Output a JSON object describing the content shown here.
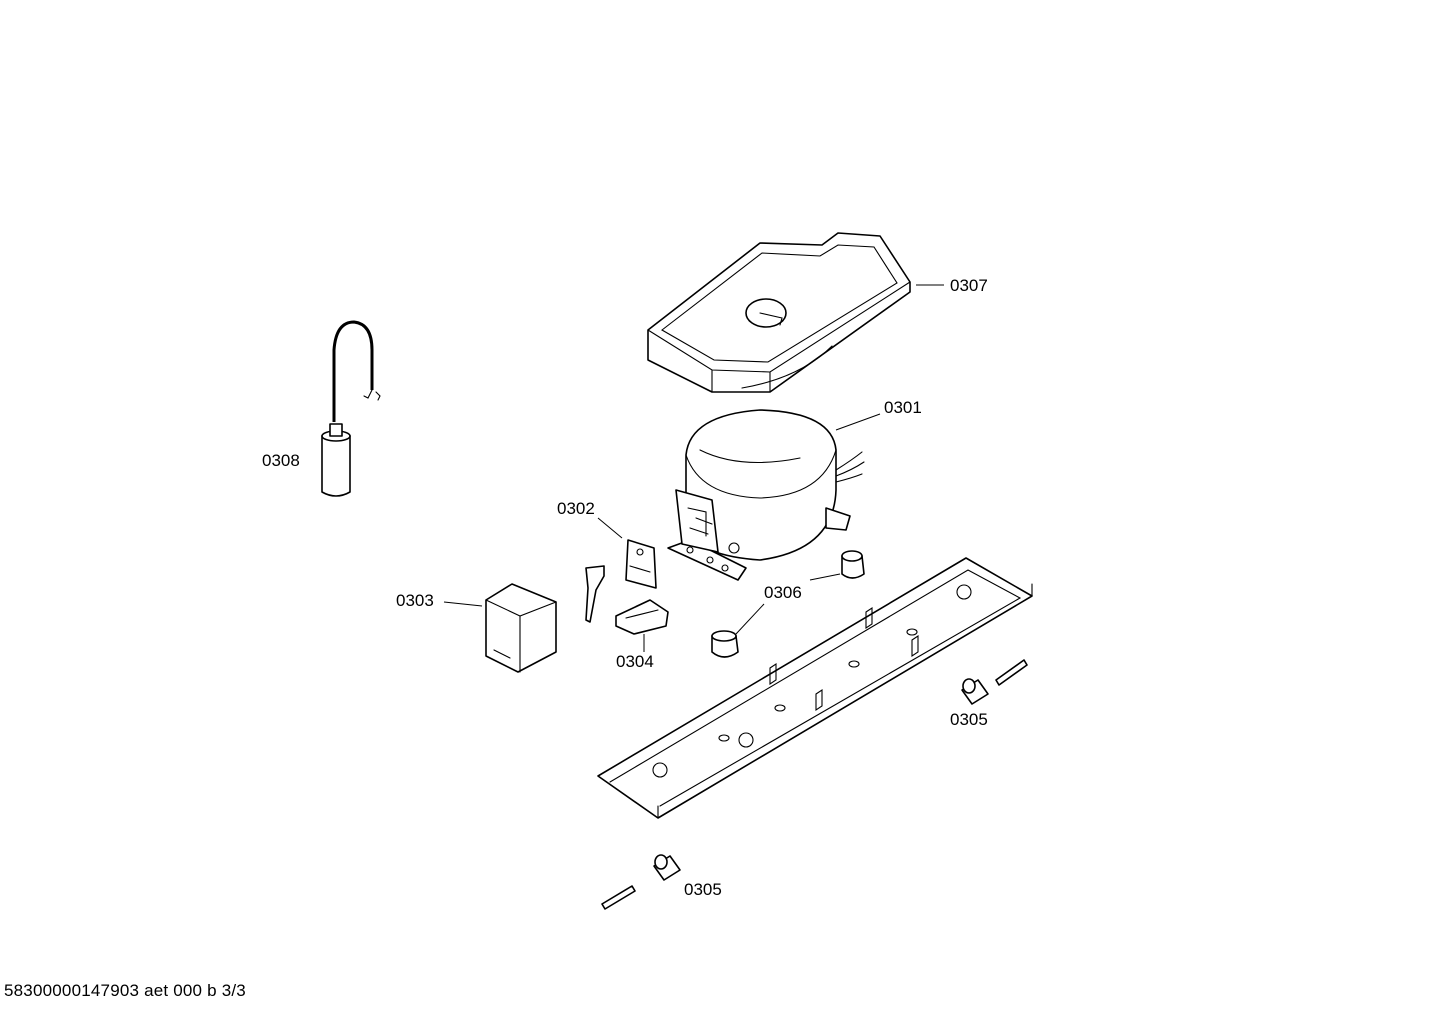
{
  "labels": {
    "p0301": "0301",
    "p0302": "0302",
    "p0303": "0303",
    "p0304": "0304",
    "p0305a": "0305",
    "p0305b": "0305",
    "p0306": "0306",
    "p0307": "0307",
    "p0308": "0308"
  },
  "footer": "58300000147903 aet 000 b 3/3"
}
